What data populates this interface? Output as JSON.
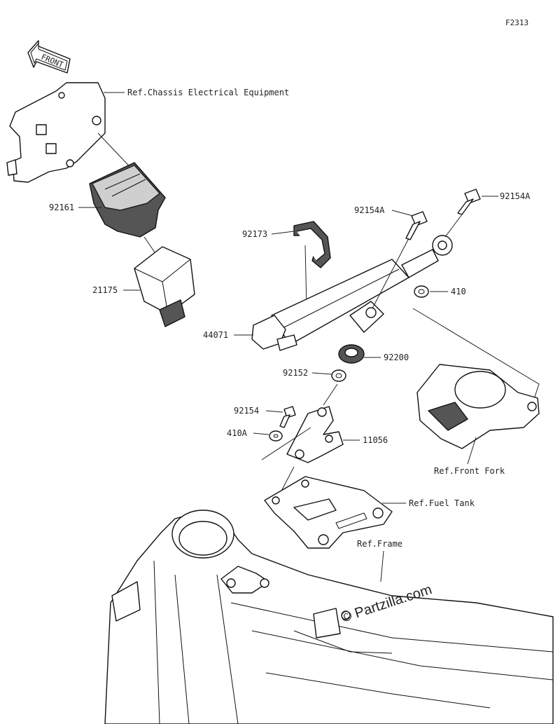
{
  "figure_code": "F2313",
  "front_label": "FRONT",
  "watermark": "© Partzilla.com",
  "labels": {
    "ref_chassis": "Ref.Chassis Electrical Equipment",
    "p92161": "92161",
    "p21175": "21175",
    "p92173": "92173",
    "p44071": "44071",
    "p92154A_left": "92154A",
    "p92154A_right": "92154A",
    "p410": "410",
    "p92200": "92200",
    "p92152": "92152",
    "p92154": "92154",
    "p410A": "410A",
    "p11056": "11056",
    "ref_front_fork": "Ref.Front Fork",
    "ref_fuel_tank": "Ref.Fuel Tank",
    "ref_frame": "Ref.Frame"
  }
}
